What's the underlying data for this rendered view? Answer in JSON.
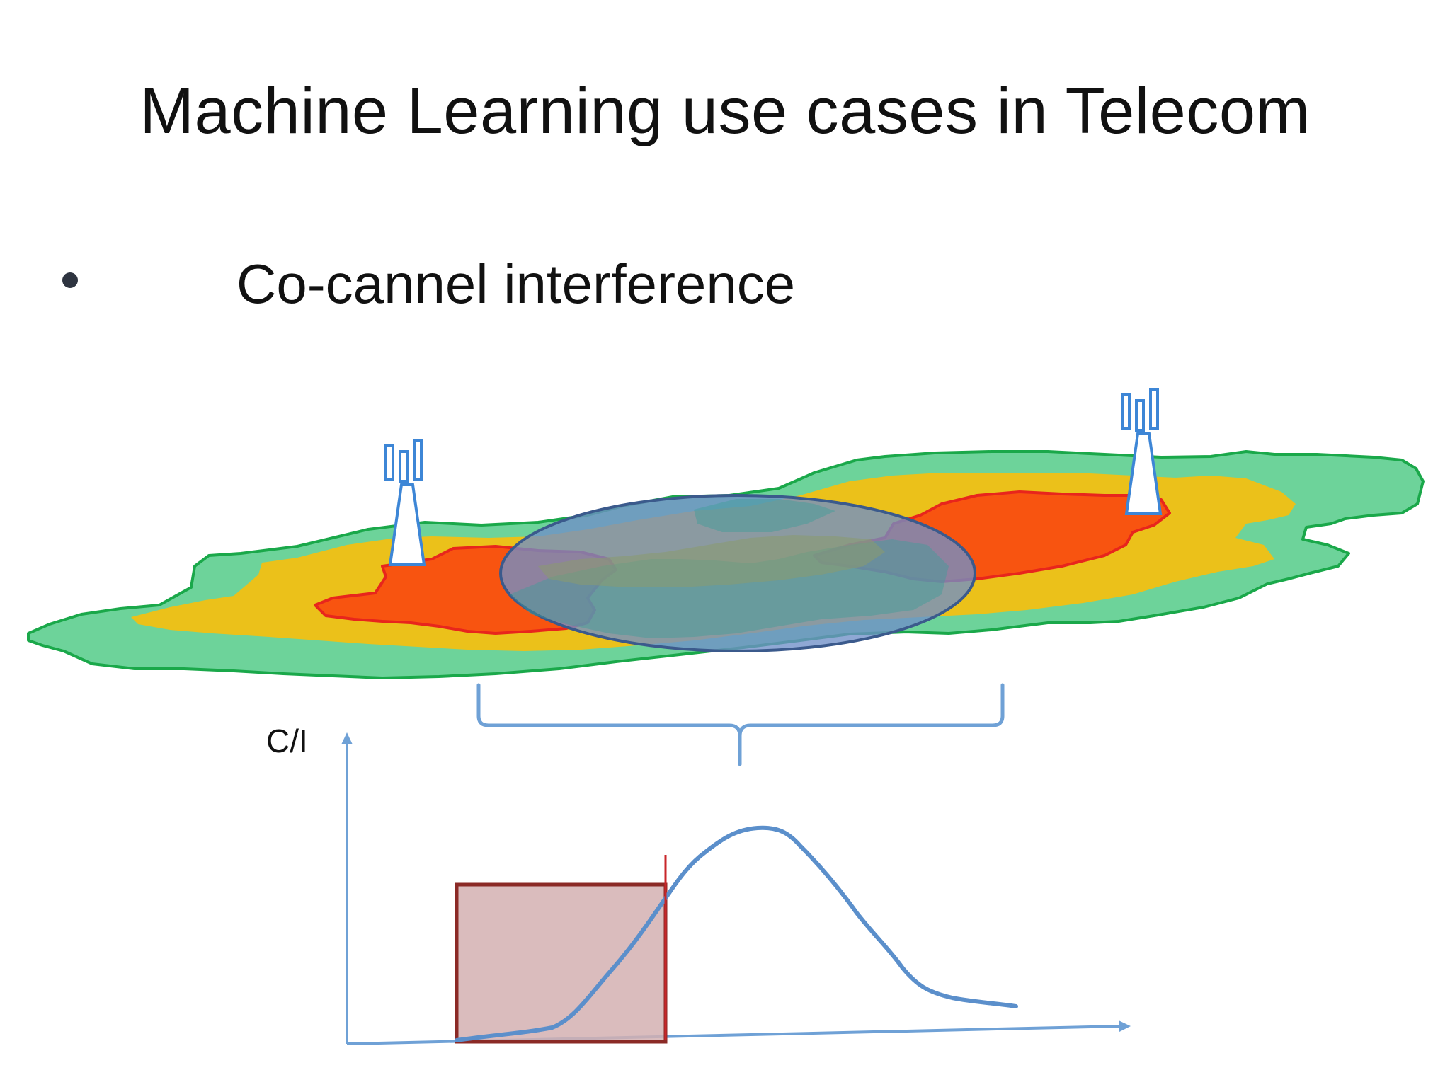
{
  "slide": {
    "title": "Machine Learning use cases in Telecom",
    "bullet": "Co-cannel interference"
  },
  "diagram": {
    "y_axis_label": "C/I",
    "colors": {
      "coverage_outer": "#6dd39a",
      "coverage_outer_stroke": "#1aa84a",
      "coverage_mid": "#ebc11a",
      "coverage_core": "#f85410",
      "coverage_core_stroke": "#e8251c",
      "overlap_ellipse": "#6f8fc8",
      "tower": "#3d86d6",
      "axis": "#6fa1d6",
      "curve": "#5b8fcb",
      "threshold_box_fill": "#d4b0b1",
      "threshold_box_stroke": "#8b2a26",
      "threshold_line": "#c8262a"
    },
    "icons": [
      "cell-tower-icon",
      "cell-tower-icon"
    ]
  }
}
